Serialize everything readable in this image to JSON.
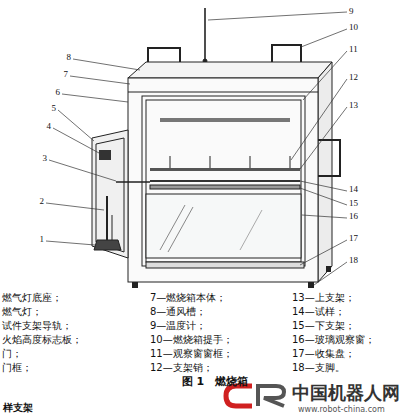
{
  "diagram": {
    "caption": "图 1　燃烧箱",
    "labels": [
      "1",
      "2",
      "3",
      "4",
      "5",
      "6",
      "7",
      "8",
      "9",
      "10",
      "11",
      "12",
      "13",
      "14",
      "15",
      "16",
      "17",
      "18",
      "燃气灯底座；",
      "燃气灯；",
      "试件支架导轨；",
      "火焰高度标志板；",
      "门；",
      "门框；",
      "7—燃烧箱本体；",
      "8—通风槽；",
      "9—温度计；",
      "10—燃烧箱提手；",
      "11—观察窗窗框；",
      "12—支架销；",
      "13—上支架；",
      "14—试样；",
      "15—下支架；",
      "16—玻璃观察窗；",
      "17—收集盘；",
      "18—支脚。",
      "样支架",
      "中国机器人网",
      "www.robot-china.com"
    ]
  }
}
